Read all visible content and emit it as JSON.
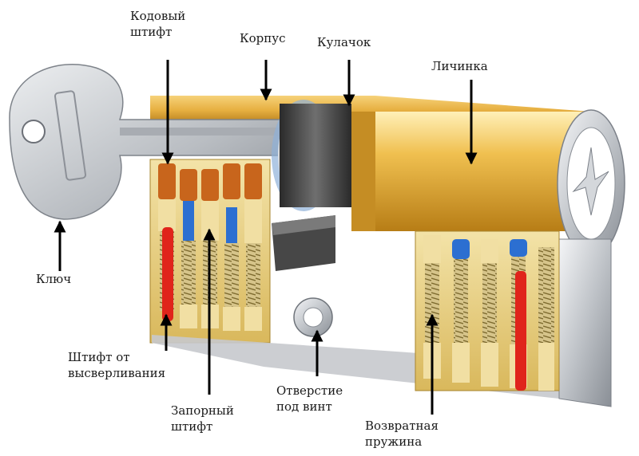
{
  "labels": {
    "code_pin": "Кодовый\nштифт",
    "body": "Корпус",
    "cam": "Кулачок",
    "plug": "Личинка",
    "key": "Ключ",
    "anti_drill_pin": "Штифт от\nвысверливания",
    "locking_pin": "Запорный\nштифт",
    "screw_hole": "Отверстие\nпод винт",
    "return_spring": "Возвратная\nпружина"
  },
  "colors": {
    "brass": "#e7b041",
    "brass_dark": "#b57a18",
    "steel": "#c9ccd1",
    "anti_drill_pin": "#e0241b",
    "code_pin_top": "#c8651c",
    "blue_pin": "#2c6fd1",
    "arrow": "#000000"
  }
}
